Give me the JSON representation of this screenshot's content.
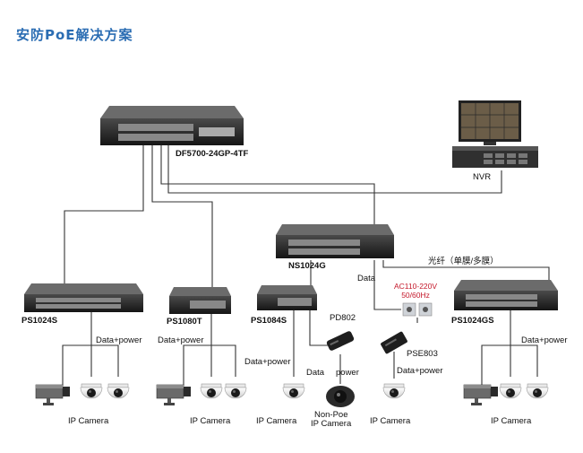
{
  "title": "安防PoE解决方案",
  "devices": {
    "core_switch": "DF5700-24GP-4TF",
    "nvr": "NVR",
    "agg_switch": "NS1024G",
    "sw1": "PS1024S",
    "sw2": "PS1080T",
    "sw3": "PS1084S",
    "sw4": "PS1024GS",
    "pd": "PD802",
    "pse": "PSE803"
  },
  "labels": {
    "data_power_1": "Data+power",
    "data_power_2": "Data+power",
    "data_power_3": "Data+power",
    "data_power_4": "Data+power",
    "data_power_5": "Data+power",
    "data": "Data",
    "data2": "Data",
    "power": "power",
    "fiber": "光纤（单膜/多膜）",
    "ac_line1": "AC110-220V",
    "ac_line2": "50/60Hz"
  },
  "cameras": {
    "ip1": "IP Camera",
    "ip2": "IP Camera",
    "ip3": "IP Camera",
    "nonpoe1": "Non-Poe",
    "nonpoe2": "IP Camera",
    "ip4": "IP Camera",
    "ip5": "IP Camera"
  },
  "colors": {
    "title": "#2b6db3",
    "line": "#333333",
    "ac_text": "#c4182a"
  }
}
